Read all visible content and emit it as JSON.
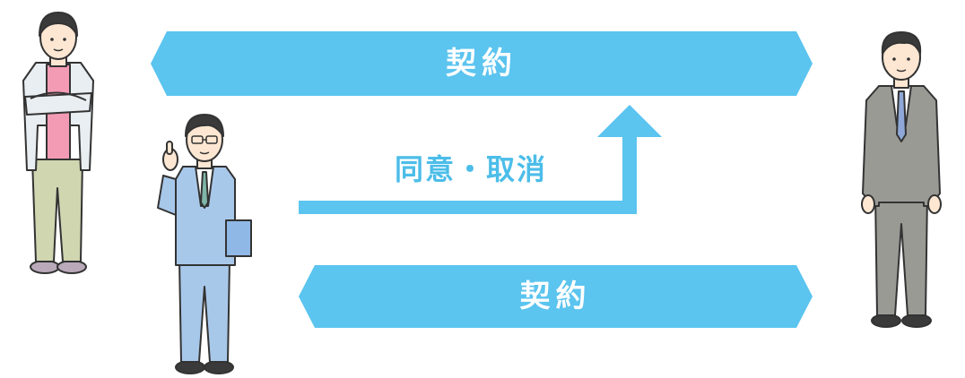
{
  "diagram": {
    "top_banner_label": "契約",
    "bottom_banner_label": "契約",
    "arrow_label": "同意・取消"
  },
  "figures": {
    "left": "casual-man-figure",
    "middle": "businessman-with-glasses-figure",
    "right": "businessman-gray-suit-figure"
  },
  "colors": {
    "accent": "#5bc4ef",
    "arrow_text": "#4cbde9",
    "outline": "#333333",
    "suit_blue": "#a8c8ea",
    "suit_gray": "#9a9a95",
    "shirt_pink": "#f39bb4",
    "pants_khaki": "#cfd6b0",
    "skin": "#fde7d2",
    "hair": "#3a3a3a"
  }
}
